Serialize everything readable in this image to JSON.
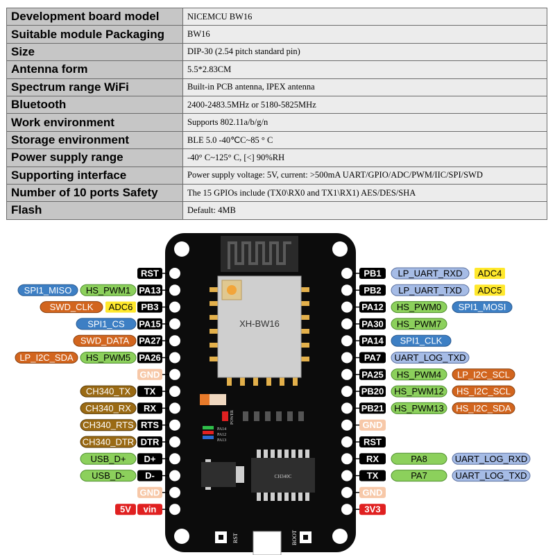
{
  "spec_table": [
    {
      "key": "Development board model",
      "value": "NICEMCU BW16"
    },
    {
      "key": "Suitable module Packaging",
      "value": "BW16"
    },
    {
      "key": "Size",
      "value": "DIP-30 (2.54 pitch standard pin)"
    },
    {
      "key": "Antenna form",
      "value": "5.5*2.83CM"
    },
    {
      "key": "Spectrum range WiFi",
      "value": "Built-in PCB antenna, IPEX antenna"
    },
    {
      "key": "Bluetooth",
      "value": "2400-2483.5MHz or 5180-5825MHz"
    },
    {
      "key": "Work environment",
      "value": "Supports 802.11a/b/g/n"
    },
    {
      "key": "Storage environment",
      "value": "BLE 5.0 -40℃C~85 ° C"
    },
    {
      "key": "Power supply range",
      "value": "-40° C~125° C, [<] 90%RH"
    },
    {
      "key": "Supporting interface",
      "value": "Power supply voltage: 5V, current: >500mA UART/GPIO/ADC/PWM/IIC/SPI/SWD"
    },
    {
      "key": "Number of 10 ports Safety",
      "value": "The 15 GPIOs include (TX0\\RX0 and TX1\\RX1) AES/DES/SHA"
    },
    {
      "key": "Flash",
      "value": "Default: 4MB"
    }
  ],
  "board": {
    "module_label": "XH-BW16",
    "chip_label": "CH340C",
    "power_label": "POWER",
    "led_labels": [
      "PA14",
      "PA12",
      "PA13"
    ],
    "rst_button": "RST",
    "boot_button": "BOOT"
  },
  "colors": {
    "pin": "#000000",
    "gnd": "#f7c8a8",
    "power": "#e02020",
    "function_green": "#8cd05c",
    "spi_blue": "#3d7fc4",
    "uart_lightblue": "#a6bce6",
    "adc_yellow": "#ffe82c",
    "i2c_orange": "#d2651e",
    "ch340_brown": "#9a6a14",
    "board": "#0c0c0c"
  },
  "left_pins": [
    {
      "label": "RST",
      "style": "pin",
      "tags": []
    },
    {
      "label": "PA13",
      "style": "pin",
      "tags": [
        {
          "text": "HS_PWM1",
          "style": "green"
        },
        {
          "text": "SPI1_MISO",
          "style": "blue"
        }
      ]
    },
    {
      "label": "PB3",
      "style": "pin",
      "tags": [
        {
          "text": "ADC6",
          "style": "yellow"
        },
        {
          "text": "SWD_CLK",
          "style": "orange"
        }
      ]
    },
    {
      "label": "PA15",
      "style": "pin",
      "tags": [
        {
          "text": "SPI1_CS",
          "style": "blue"
        }
      ]
    },
    {
      "label": "PA27",
      "style": "pin",
      "tags": [
        {
          "text": "SWD_DATA",
          "style": "orange"
        }
      ]
    },
    {
      "label": "PA26",
      "style": "pin",
      "tags": [
        {
          "text": "HS_PWM5",
          "style": "green"
        },
        {
          "text": "LP_I2C_SDA",
          "style": "orange"
        }
      ]
    },
    {
      "label": "GND",
      "style": "gnd",
      "tags": []
    },
    {
      "label": "TX",
      "style": "pin",
      "tags": [
        {
          "text": "CH340_TX",
          "style": "brown"
        }
      ]
    },
    {
      "label": "RX",
      "style": "pin",
      "tags": [
        {
          "text": "CH340_RX",
          "style": "brown"
        }
      ]
    },
    {
      "label": "RTS",
      "style": "pin",
      "tags": [
        {
          "text": "CH340_RTS",
          "style": "brown"
        }
      ]
    },
    {
      "label": "DTR",
      "style": "pin",
      "tags": [
        {
          "text": "CH340_DTR",
          "style": "brown"
        }
      ]
    },
    {
      "label": "D+",
      "style": "pin",
      "tags": [
        {
          "text": "USB_D+",
          "style": "green"
        }
      ]
    },
    {
      "label": "D-",
      "style": "pin",
      "tags": [
        {
          "text": "USB_D-",
          "style": "green"
        }
      ]
    },
    {
      "label": "GND",
      "style": "gnd",
      "tags": []
    },
    {
      "label": "vin",
      "style": "power",
      "tags": [
        {
          "text": "5V",
          "style": "power"
        }
      ]
    }
  ],
  "right_pins": [
    {
      "label": "PB1",
      "style": "pin",
      "tags": [
        {
          "text": "LP_UART_RXD",
          "style": "lightblue"
        },
        {
          "text": "ADC4",
          "style": "yellow"
        }
      ]
    },
    {
      "label": "PB2",
      "style": "pin",
      "tags": [
        {
          "text": "LP_UART_TXD",
          "style": "lightblue"
        },
        {
          "text": "ADC5",
          "style": "yellow"
        }
      ]
    },
    {
      "label": "PA12",
      "style": "pin",
      "tags": [
        {
          "text": "HS_PWM0",
          "style": "green"
        },
        {
          "text": "SPI1_MOSI",
          "style": "blue"
        }
      ]
    },
    {
      "label": "PA30",
      "style": "pin",
      "tags": [
        {
          "text": "HS_PWM7",
          "style": "green"
        }
      ]
    },
    {
      "label": "PA14",
      "style": "pin",
      "tags": [
        {
          "text": "SPI1_CLK",
          "style": "blue"
        }
      ]
    },
    {
      "label": "PA7",
      "style": "pin",
      "tags": [
        {
          "text": "UART_LOG_TXD",
          "style": "lightblue"
        }
      ]
    },
    {
      "label": "PA25",
      "style": "pin",
      "tags": [
        {
          "text": "HS_PWM4",
          "style": "green"
        },
        {
          "text": "LP_I2C_SCL",
          "style": "orange"
        }
      ]
    },
    {
      "label": "PB20",
      "style": "pin",
      "tags": [
        {
          "text": "HS_PWM12",
          "style": "green"
        },
        {
          "text": "HS_I2C_SCL",
          "style": "orange"
        }
      ]
    },
    {
      "label": "PB21",
      "style": "pin",
      "tags": [
        {
          "text": "HS_PWM13",
          "style": "green"
        },
        {
          "text": "HS_I2C_SDA",
          "style": "orange"
        }
      ]
    },
    {
      "label": "GND",
      "style": "gnd",
      "tags": []
    },
    {
      "label": "RST",
      "style": "pin",
      "tags": []
    },
    {
      "label": "RX",
      "style": "pin",
      "tags": [
        {
          "text": "PA8",
          "style": "green"
        },
        {
          "text": "UART_LOG_RXD",
          "style": "lightblue"
        }
      ]
    },
    {
      "label": "TX",
      "style": "pin",
      "tags": [
        {
          "text": "PA7",
          "style": "green"
        },
        {
          "text": "UART_LOG_TXD",
          "style": "lightblue"
        }
      ]
    },
    {
      "label": "GND",
      "style": "gnd",
      "tags": []
    },
    {
      "label": "3V3",
      "style": "power",
      "tags": []
    }
  ]
}
